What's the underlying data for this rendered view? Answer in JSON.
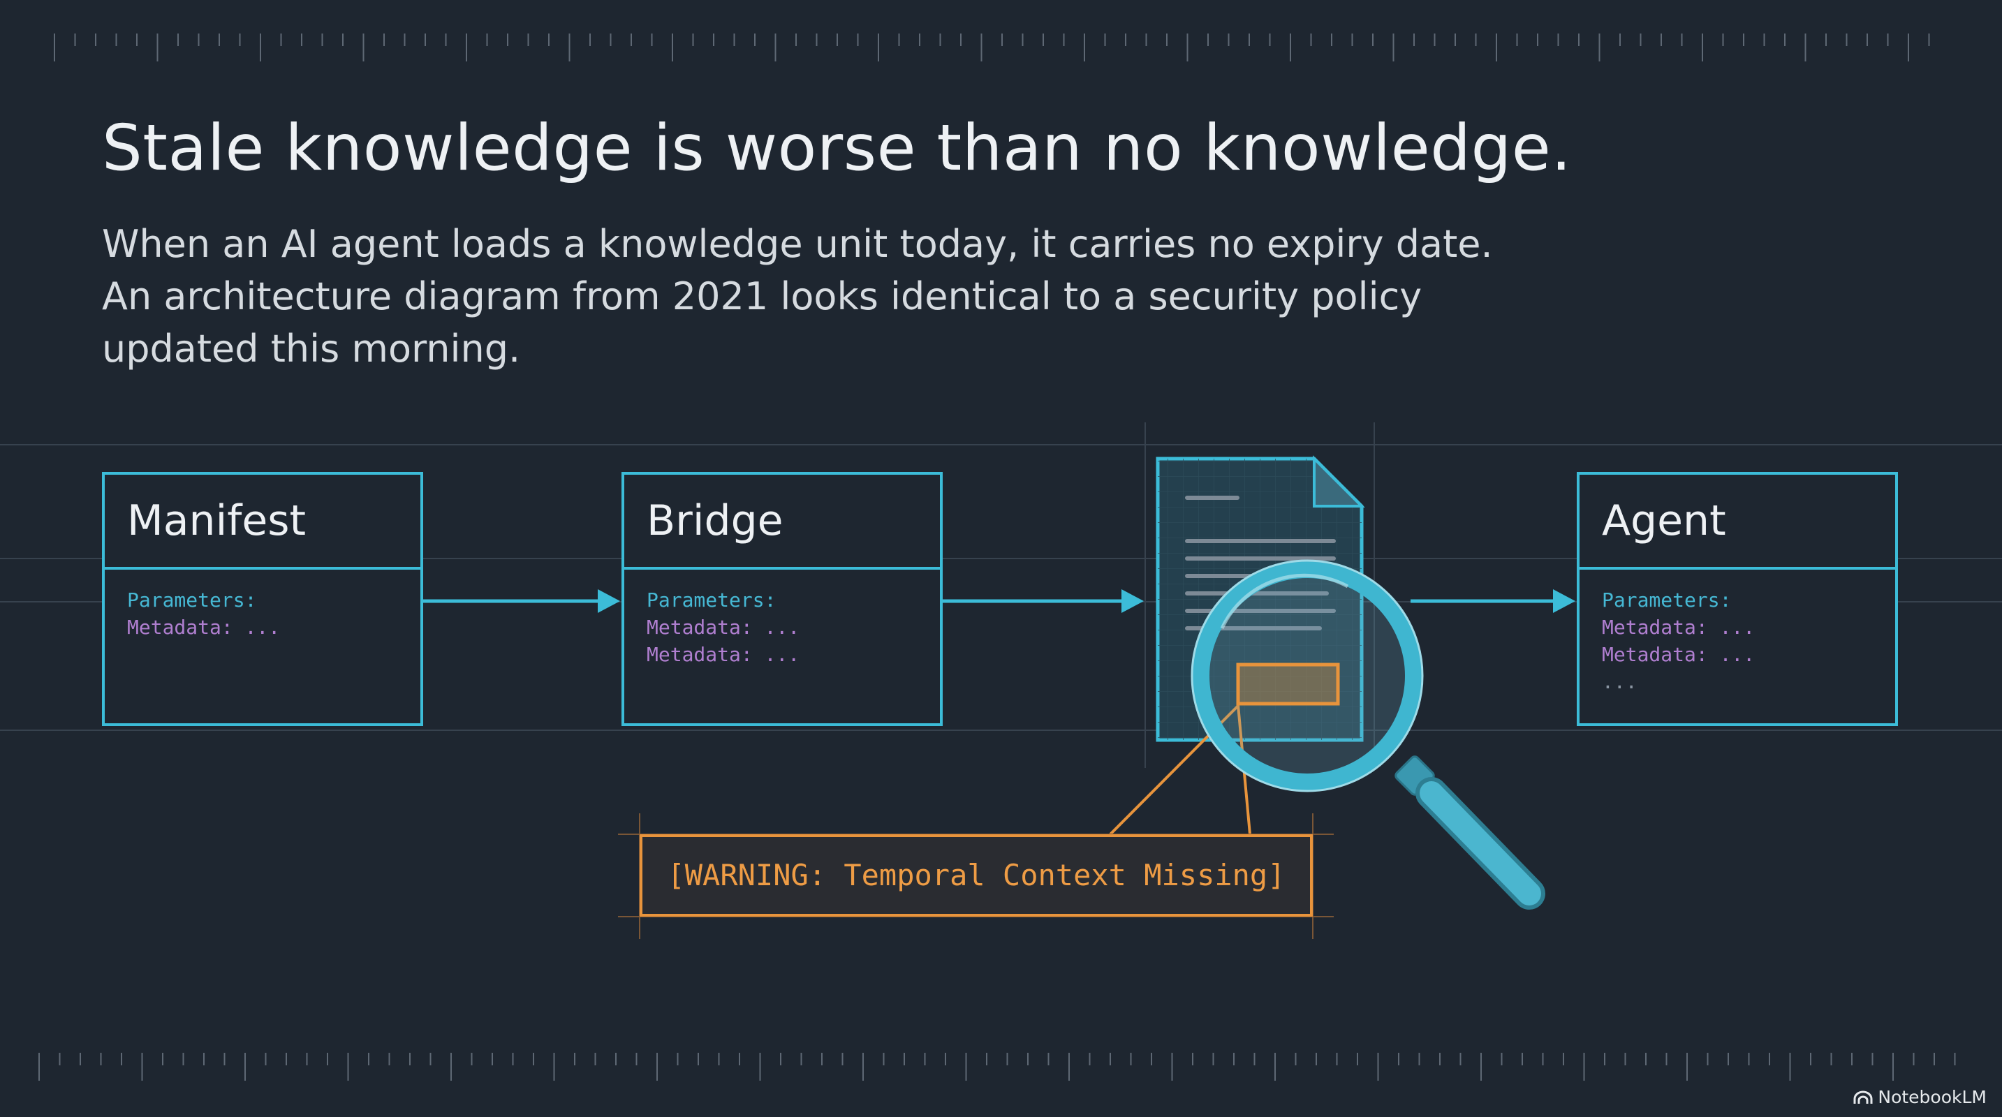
{
  "slide": {
    "title": "Stale knowledge is worse than no knowledge.",
    "subtitle_lines": [
      "When an AI agent loads a knowledge unit today, it carries no expiry date.",
      "An architecture diagram from 2021 looks identical to a security policy",
      "updated this morning."
    ]
  },
  "diagram": {
    "nodes": [
      {
        "title": "Manifest",
        "lines": [
          "Parameters:",
          "Metadata: ..."
        ]
      },
      {
        "title": "Bridge",
        "lines": [
          "Parameters:",
          "Metadata: ...",
          "Metadata: ..."
        ]
      },
      {
        "title": "Agent",
        "lines": [
          "Parameters:",
          "Metadata: ...",
          "Metadata: ...",
          "..."
        ]
      }
    ],
    "document_icon": "document-icon",
    "magnifier_icon": "magnifying-glass-icon",
    "warning": "[WARNING: Temporal Context Missing]"
  },
  "branding": {
    "logo_text": "NotebookLM",
    "logo_icon": "notebooklm-logo-icon"
  },
  "colors": {
    "background": "#1e2630",
    "box_stroke": "#3cbcd8",
    "parameters_text": "#46b8d4",
    "metadata_text": "#b07fd0",
    "warning": "#e8943c"
  }
}
